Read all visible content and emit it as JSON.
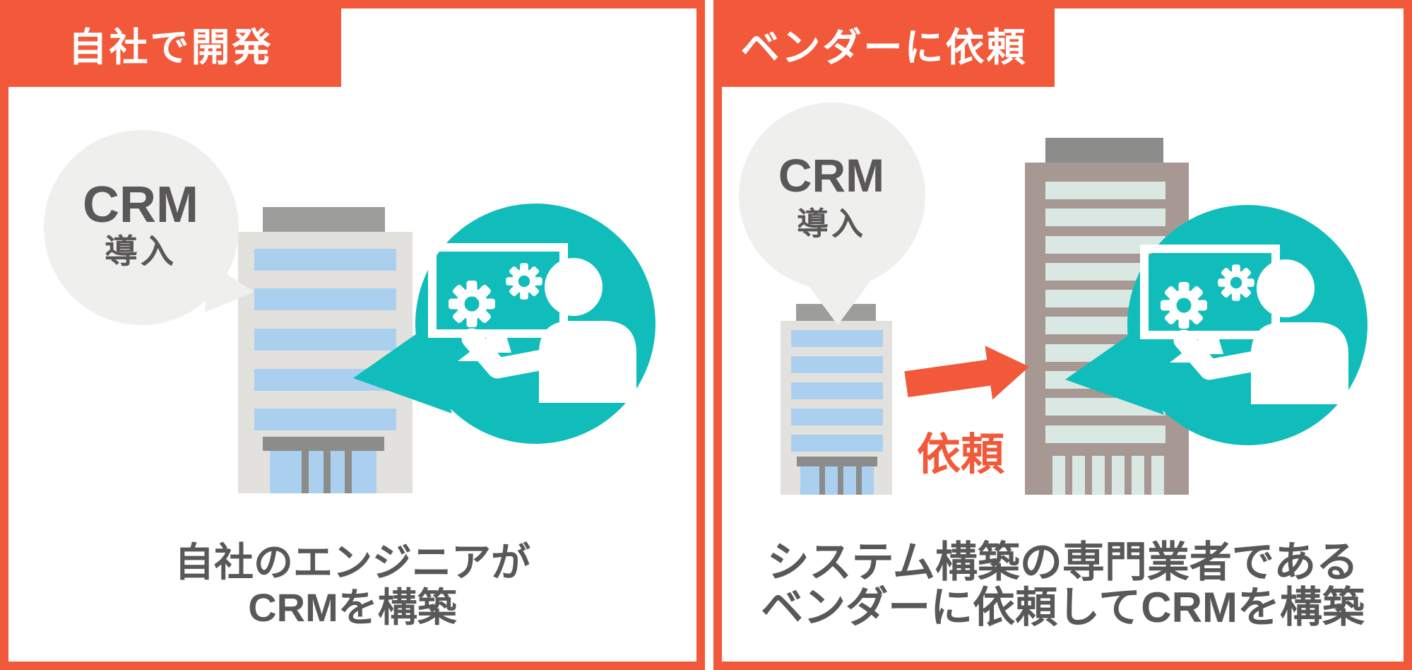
{
  "colors": {
    "orange": "#F2593A",
    "teal": "#10BDBA",
    "bubble": "#EFEFED",
    "ink": "#595757",
    "wall": "#E3E1DD",
    "winblue": "#ABD0EF",
    "roof": "#9D9D9B",
    "roofdark": "#8C8C8B",
    "taupe": "#A79893",
    "winpale": "#D9E8E3",
    "paper": "#FFFFFF"
  },
  "panels": {
    "left": {
      "header": "自社で開発",
      "bubble_line1": "CRM",
      "bubble_line2": "導入",
      "caption1": "自社のエンジニアが",
      "caption2": "CRMを構築"
    },
    "right": {
      "header": "ベンダーに依頼",
      "bubble_line1": "CRM",
      "bubble_line2": "導入",
      "arrow_label": "依頼",
      "caption1": "システム構築の専門業者である",
      "caption2": "ベンダーに依頼してCRMを構築"
    }
  }
}
